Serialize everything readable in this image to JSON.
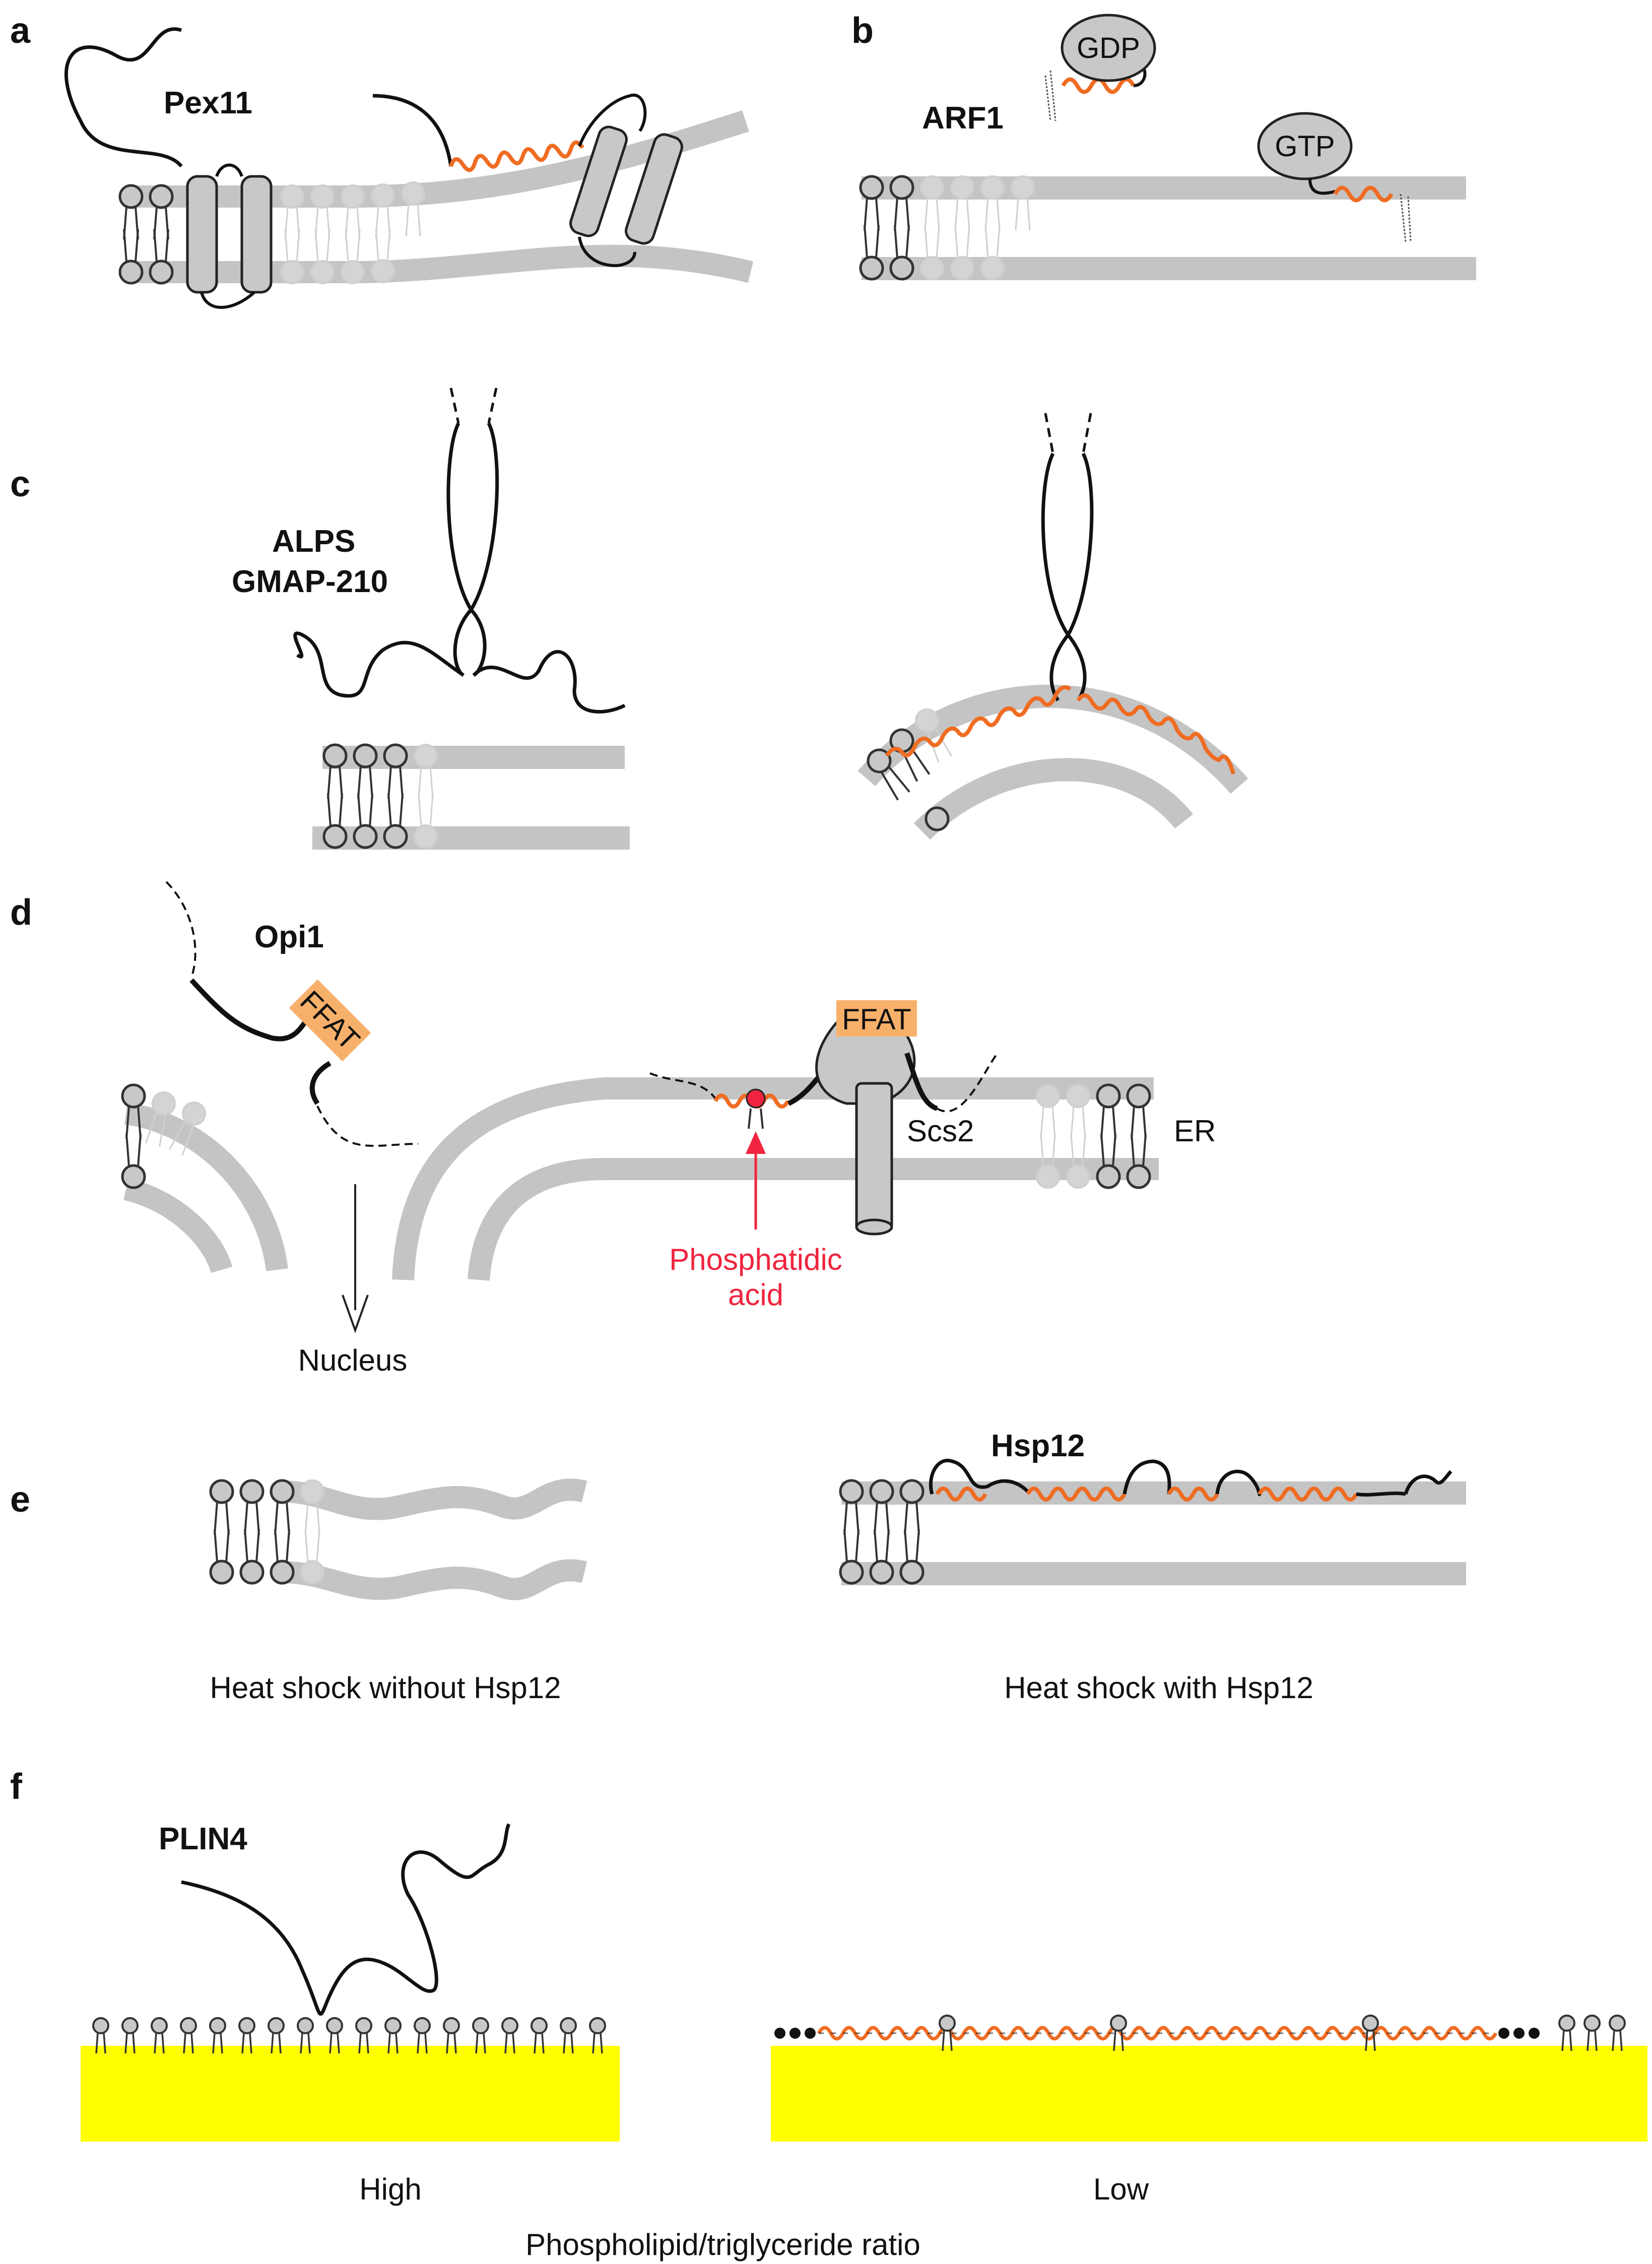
{
  "panels": {
    "a": "a",
    "b": "b",
    "c": "c",
    "d": "d",
    "e": "e",
    "f": "f"
  },
  "labels": {
    "pex11": "Pex11",
    "arf1": "ARF1",
    "gdp": "GDP",
    "gtp": "GTP",
    "alps": "ALPS",
    "gmap": "GMAP-210",
    "opi1": "Opi1",
    "ffat": "FFAT",
    "scs2": "Scs2",
    "er": "ER",
    "phosphatidic_1": "Phosphatidic",
    "phosphatidic_2": "acid",
    "nucleus": "Nucleus",
    "hsp12": "Hsp12",
    "heat_without": "Heat shock without Hsp12",
    "heat_with": "Heat shock with Hsp12",
    "plin4": "PLIN4",
    "high": "High",
    "low": "Low",
    "ratio": "Phospholipid/triglyceride ratio"
  },
  "colors": {
    "membrane": "#c4c4c4",
    "helix_orange": "#ef6c22",
    "acid_red": "#f0243e",
    "ffat_box": "#f7b06a",
    "lipid_droplet": "#ffff00",
    "protein_gray": "#c8c8c8"
  }
}
